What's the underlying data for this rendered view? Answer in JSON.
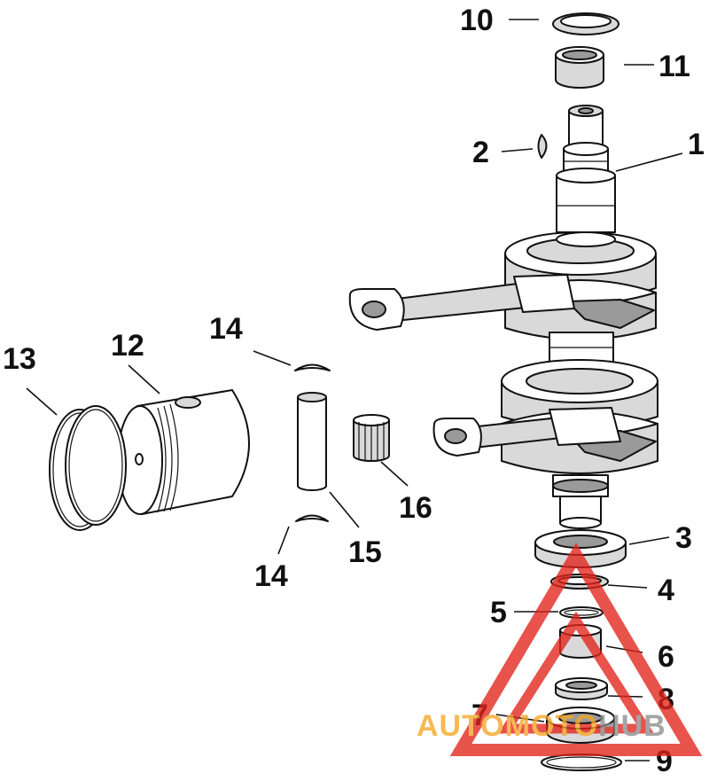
{
  "callouts": [
    {
      "id": "1",
      "label": "1"
    },
    {
      "id": "2",
      "label": "2"
    },
    {
      "id": "3",
      "label": "3"
    },
    {
      "id": "4",
      "label": "4"
    },
    {
      "id": "5",
      "label": "5"
    },
    {
      "id": "6",
      "label": "6"
    },
    {
      "id": "7",
      "label": "7"
    },
    {
      "id": "8",
      "label": "8"
    },
    {
      "id": "9",
      "label": "9"
    },
    {
      "id": "10",
      "label": "10"
    },
    {
      "id": "11",
      "label": "11"
    },
    {
      "id": "12",
      "label": "12"
    },
    {
      "id": "13",
      "label": "13"
    },
    {
      "id": "14a",
      "label": "14"
    },
    {
      "id": "14b",
      "label": "14"
    },
    {
      "id": "15",
      "label": "15"
    },
    {
      "id": "16",
      "label": "16"
    }
  ],
  "watermark": {
    "text_orange": "AUTOMOTO",
    "text_gray": "HUB",
    "color_red": "#e2231a",
    "color_orange": "#f5a623",
    "color_gray": "#8c8c8c"
  }
}
